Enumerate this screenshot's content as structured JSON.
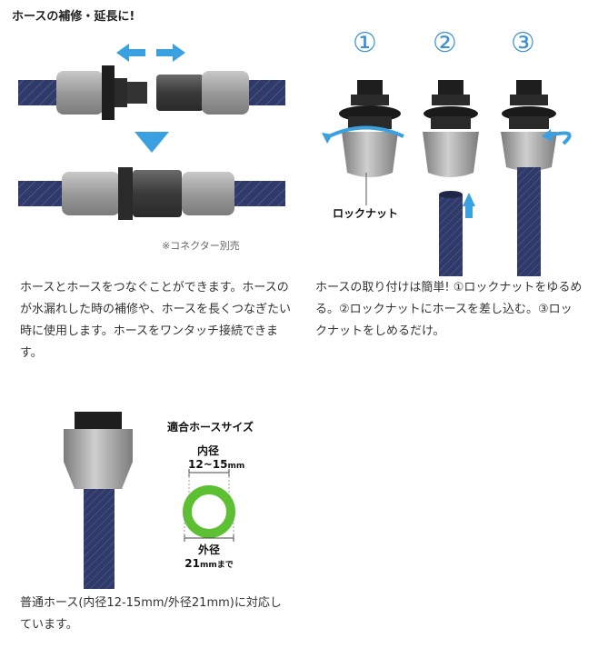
{
  "heading": "ホースの補修・延長に!",
  "section1": {
    "note": "※コネクター別売",
    "description": "ホースとホースをつなぐことができます。ホースのが水漏れした時の補修や、ホースを長くつなぎたい時に使用します。ホースをワンタッチ接続できます。"
  },
  "section2": {
    "steps": [
      "①",
      "②",
      "③"
    ],
    "lock_nut_label": "ロックナット",
    "description": "ホースの取り付けは簡単! ①ロックナットをゆるめる。②ロックナットにホースを差し込む。③ロックナットをしめるだけ。"
  },
  "section3": {
    "size_title": "適合ホースサイズ",
    "inner_label": "内径",
    "inner_value": "12~15",
    "inner_unit": "mm",
    "outer_label": "外径",
    "outer_value": "21",
    "outer_unit": "mmまで",
    "description": "普通ホース(内径12-15mm/外径21mm)に対応しています。"
  },
  "colors": {
    "hose": "#2f3a68",
    "connector_gray": "#a9a9a9",
    "connector_dark": "#4a4a4a",
    "arrow_blue": "#3aa0e0",
    "green_ring": "#5cc032"
  }
}
